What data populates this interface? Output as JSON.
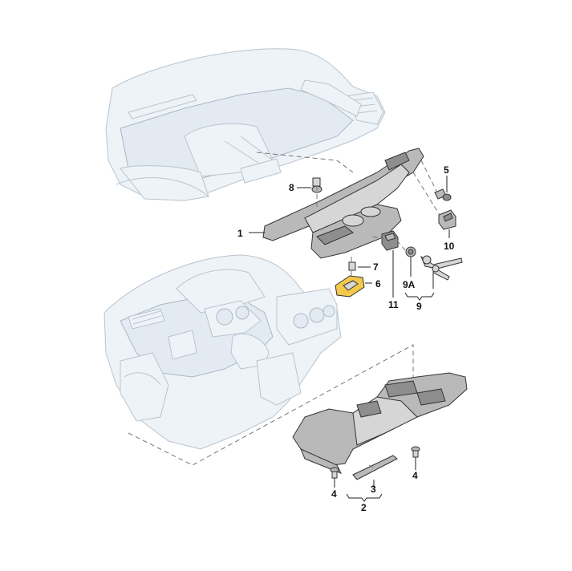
{
  "labels": {
    "p1": "1",
    "p2": "2",
    "p3": "3",
    "p4_left": "4",
    "p4_right": "4",
    "p5": "5",
    "p6": "6",
    "p7": "7",
    "p8": "8",
    "p9": "9",
    "p9a": "9A",
    "p10": "10",
    "p11": "11"
  },
  "colors": {
    "highlight": "#f2c94c",
    "part": "#b9b9b9",
    "ghost": "#eef3f8"
  }
}
